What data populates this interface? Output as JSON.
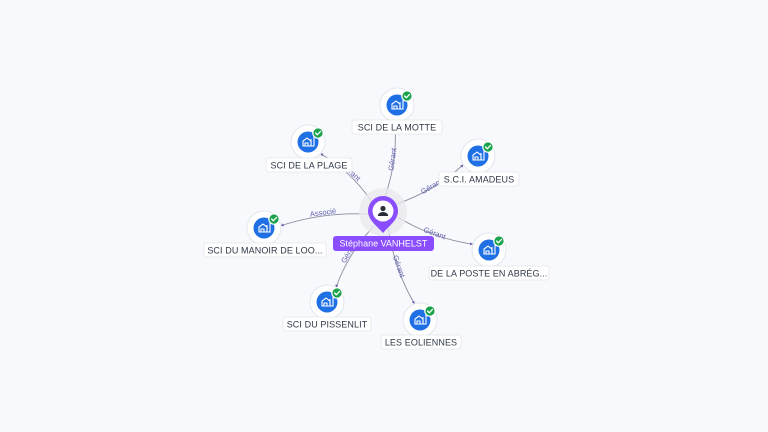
{
  "center": {
    "name": "Stéphane VANHELST",
    "icon": "person-icon",
    "color": "#8a4dff"
  },
  "nodes": [
    {
      "id": "motte",
      "label": "SCI DE LA MOTTE",
      "relation": "Gérant",
      "icon": "building-icon",
      "verified": true
    },
    {
      "id": "amadeus",
      "label": "S.C.I. AMADEUS",
      "relation": "Gérant",
      "icon": "building-icon",
      "verified": true
    },
    {
      "id": "poste",
      "label": "DE LA POSTE EN ABRÉG...",
      "relation": "Gérant",
      "icon": "building-icon",
      "verified": true
    },
    {
      "id": "eoliennes",
      "label": "LES EOLIENNES",
      "relation": "Gérant",
      "icon": "building-icon",
      "verified": true
    },
    {
      "id": "pissenlit",
      "label": "SCI DU PISSENLIT",
      "relation": "Gérant",
      "icon": "building-icon",
      "verified": true
    },
    {
      "id": "manoir",
      "label": "SCI DU MANOIR DE LOO...",
      "relation": "Associé",
      "icon": "building-icon",
      "verified": true
    },
    {
      "id": "plage",
      "label": "SCI DE LA PLAGE",
      "relation": "Gérant",
      "icon": "building-icon",
      "verified": true
    }
  ],
  "colors": {
    "company": "#1f6fe5",
    "verified": "#1aa34a",
    "edge_label": "#5f5fb0"
  }
}
